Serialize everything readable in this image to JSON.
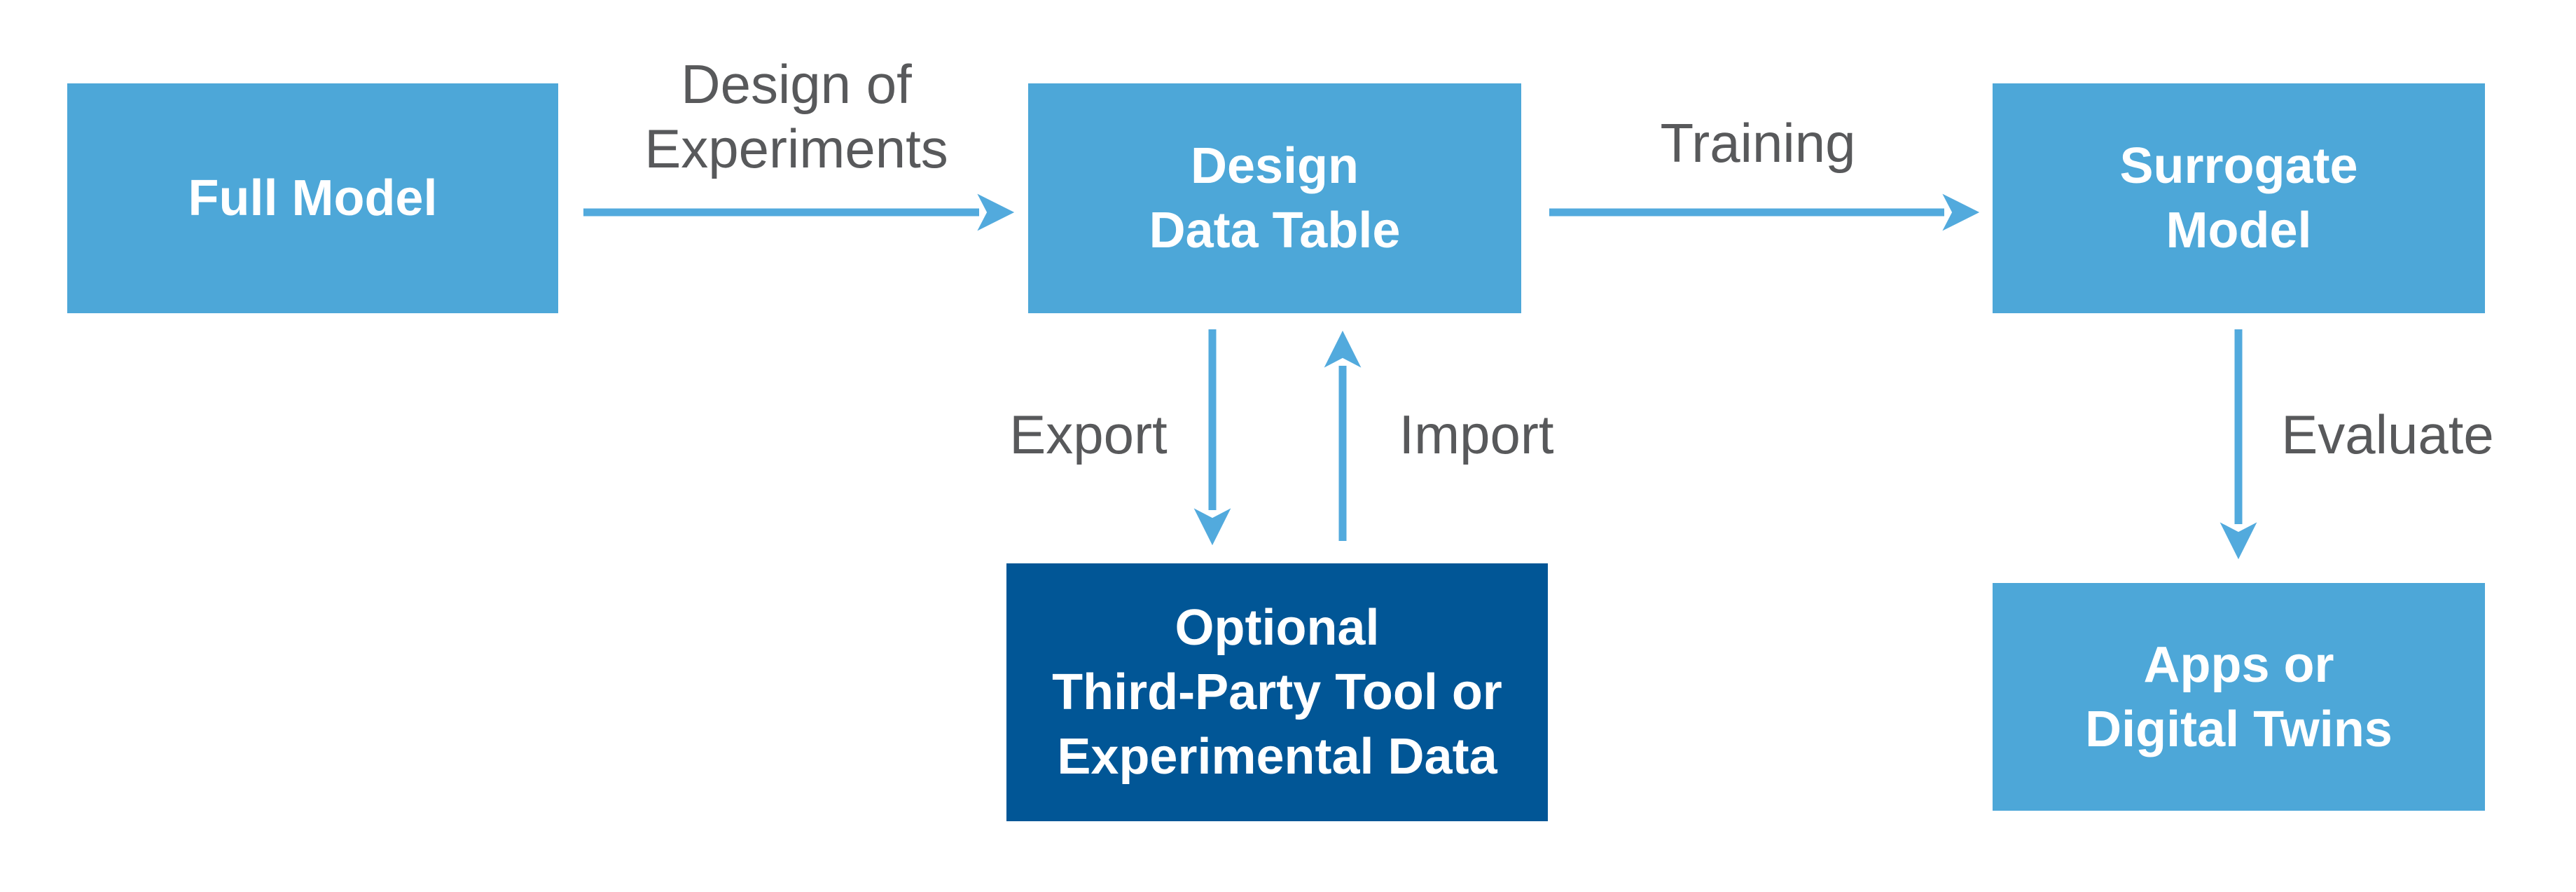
{
  "colors": {
    "background": "#FFFFFF",
    "box_light": "#4DA7D8",
    "box_dark": "#015696",
    "box_text": "#FFFFFF",
    "arrow": "#52AADD",
    "label_text": "#58595B"
  },
  "nodes": {
    "full_model": {
      "lines": [
        "Full Model"
      ]
    },
    "design_data_table": {
      "lines": [
        "Design",
        "Data Table"
      ]
    },
    "surrogate_model": {
      "lines": [
        "Surrogate",
        "Model"
      ]
    },
    "third_party": {
      "lines": [
        "Optional",
        "Third-Party Tool or",
        "Experimental Data"
      ]
    },
    "apps": {
      "lines": [
        "Apps or",
        "Digital Twins"
      ]
    }
  },
  "edge_labels": {
    "design_of_experiments": {
      "lines": [
        "Design of",
        "Experiments"
      ]
    },
    "training": "Training",
    "export": "Export",
    "import": "Import",
    "evaluate": "Evaluate"
  }
}
